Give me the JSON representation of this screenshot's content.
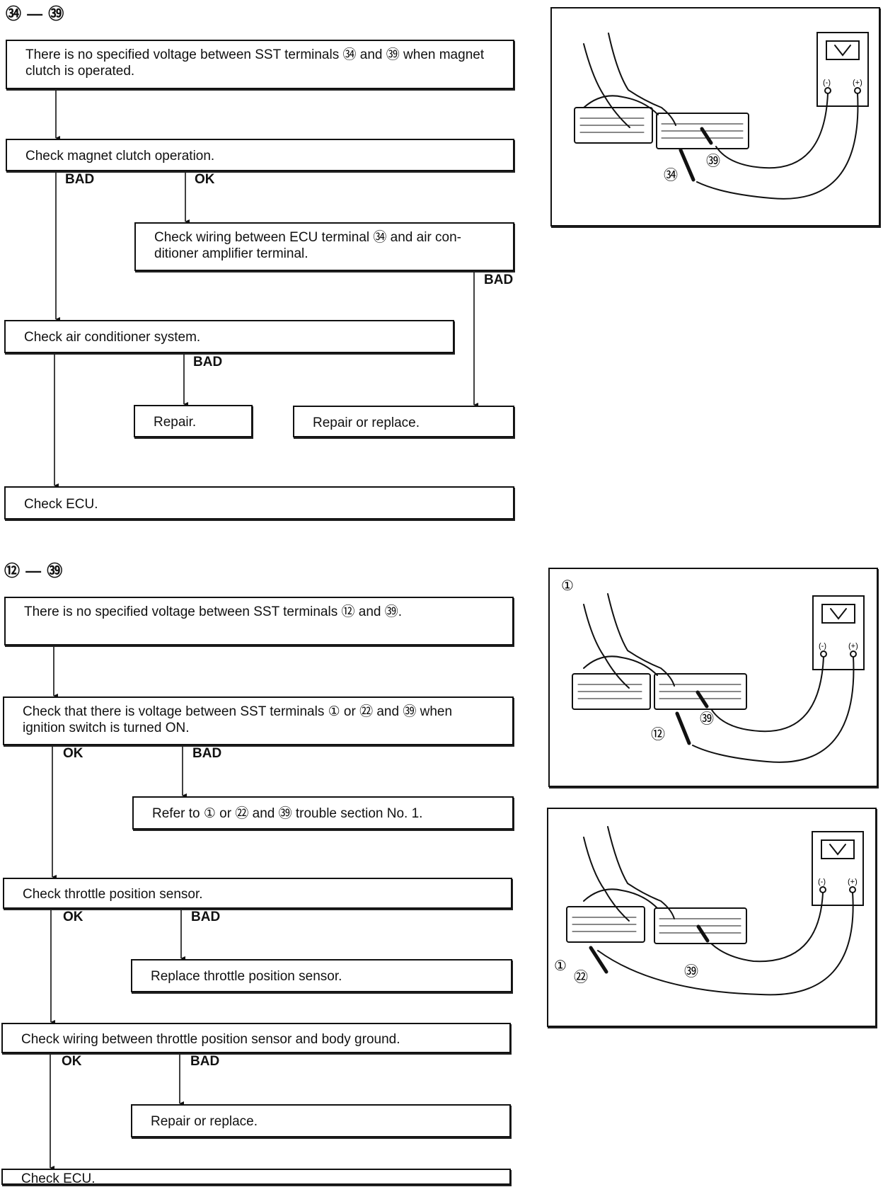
{
  "section1": {
    "heading": "㉞ — ㊴",
    "box_no_voltage": "There is no specified voltage between SST terminals ㉞ and ㊴ when magnet clutch is operated.",
    "box_check_clutch": "Check magnet clutch operation.",
    "label_bad_1": "BAD",
    "label_ok_1": "OK",
    "box_check_wiring": "Check wiring between ECU terminal ㉞ and air con-ditioner amplifier terminal.",
    "label_bad_2": "BAD",
    "box_check_ac": "Check air conditioner system.",
    "label_bad_3": "BAD",
    "box_repair": "Repair.",
    "box_repair_replace": "Repair or replace.",
    "box_check_ecu": "Check ECU.",
    "illustration": {
      "terminal_a": "㉞",
      "terminal_b": "㊴",
      "meter_minus": "(-)",
      "meter_plus": "(+)"
    }
  },
  "section2": {
    "heading": "⑫ — ㊴",
    "box_no_voltage": "There is no specified voltage between SST terminals ⑫ and ㊴.",
    "box_check_voltage": "Check that there is voltage between SST terminals ① or ㉒ and ㊴ when ignition switch is turned ON.",
    "label_ok_1": "OK",
    "label_bad_1": "BAD",
    "box_refer": "Refer to ① or ㉒ and ㊴ trouble section No. 1.",
    "box_check_tps": "Check throttle position sensor.",
    "label_ok_2": "OK",
    "label_bad_2": "BAD",
    "box_replace_tps": "Replace throttle position sensor.",
    "box_check_ground": "Check wiring between throttle position sensor and body ground.",
    "label_ok_3": "OK",
    "label_bad_3": "BAD",
    "box_repair_replace": "Repair or replace.",
    "box_check_ecu": "Check ECU.",
    "illustration1": {
      "corner": "①",
      "terminal_a": "⑫",
      "terminal_b": "㊴",
      "meter_minus": "(-)",
      "meter_plus": "(+)"
    },
    "illustration2": {
      "terminal_a": "①",
      "terminal_b": "㉒",
      "terminal_c": "㊴",
      "meter_minus": "(-)",
      "meter_plus": "(+)"
    }
  },
  "colors": {
    "ink": "#111111",
    "paper": "#ffffff"
  }
}
